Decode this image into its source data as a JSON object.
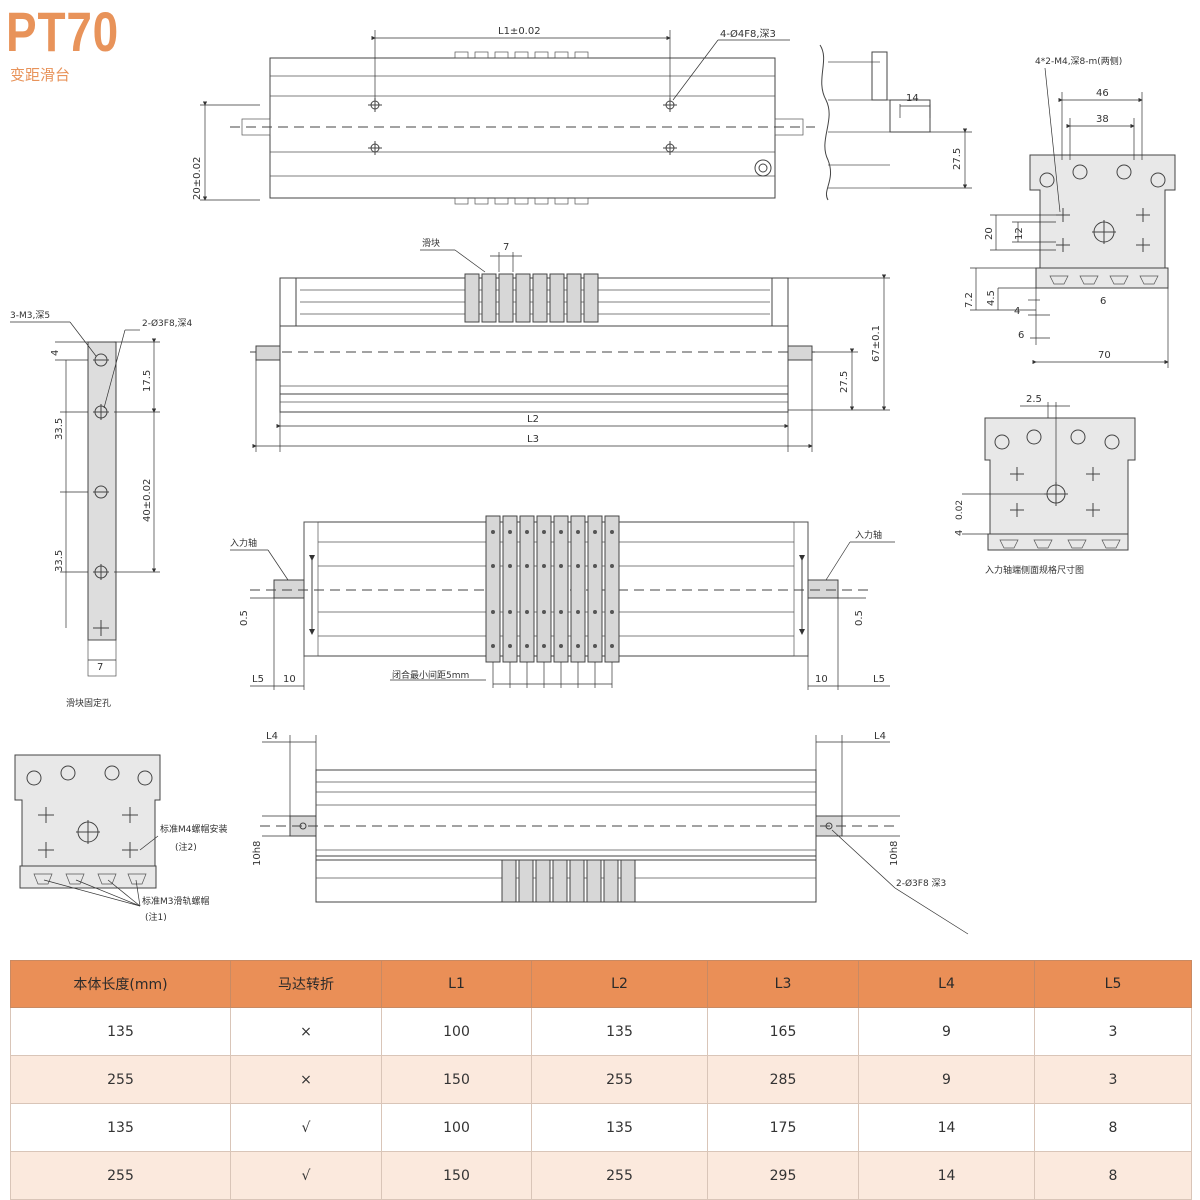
{
  "header": {
    "title": "PT70",
    "subtitle": "变距滑台"
  },
  "drawing": {
    "top_view": {
      "dim_l1": "L1±0.02",
      "hole_note": "4-Ø4F8,深3",
      "dim_width": "20±0.02",
      "dim_14": "14",
      "dim_27_5": "27.5"
    },
    "end_view": {
      "tap_note": "4*2-M4,深8-m(两侧)",
      "dim_46": "46",
      "dim_38": "38",
      "dim_20": "20",
      "dim_12": "12",
      "dim_7_2": "7.2",
      "dim_4_5": "4.5",
      "dim_6a": "6",
      "dim_4": "4",
      "dim_6b": "6",
      "dim_70": "70"
    },
    "front_view": {
      "slider_label": "滑块",
      "dim_7": "7",
      "dim_67": "67±0.1",
      "dim_27_5": "27.5",
      "dim_l2": "L2",
      "dim_l3": "L3"
    },
    "slider_detail": {
      "tap_note": "3-M3,深5",
      "pin_note": "2-Ø3F8,深4",
      "dim_4": "4",
      "dim_17_5": "17.5",
      "dim_33_5a": "33.5",
      "dim_40": "40±0.02",
      "dim_33_5b": "33.5",
      "dim_7": "7",
      "caption": "滑块固定孔"
    },
    "input_end_view": {
      "dim_2_5": "2.5",
      "dim_4": "4",
      "dim_0_02": "0.02",
      "caption": "入力轴端侧面规格尺寸图"
    },
    "plan_view": {
      "input_left": "入力轴",
      "input_right": "入力轴",
      "dim_0_5a": "0.5",
      "dim_0_5b": "0.5",
      "dim_l5a": "L5",
      "dim_10a": "10",
      "dim_10b": "10",
      "dim_l5b": "L5",
      "pitch_note": "闭合最小间距5mm"
    },
    "bottom_view": {
      "dim_l4a": "L4",
      "dim_l4b": "L4",
      "dim_10h8a": "10h8",
      "dim_10h8b": "10h8",
      "pin_note": "2-Ø3F8 深3"
    },
    "mount_view": {
      "m4_note": "标准M4螺帽安装",
      "note2": "(注2)",
      "m3_note": "标准M3滑轨螺帽",
      "note1": "(注1)"
    }
  },
  "spec_table": {
    "headers": [
      "本体长度(mm)",
      "马达转折",
      "L1",
      "L2",
      "L3",
      "L4",
      "L5"
    ],
    "rows": [
      [
        "135",
        "×",
        "100",
        "135",
        "165",
        "9",
        "3"
      ],
      [
        "255",
        "×",
        "150",
        "255",
        "285",
        "9",
        "3"
      ],
      [
        "135",
        "√",
        "100",
        "135",
        "175",
        "14",
        "8"
      ],
      [
        "255",
        "√",
        "150",
        "255",
        "295",
        "14",
        "8"
      ]
    ]
  }
}
